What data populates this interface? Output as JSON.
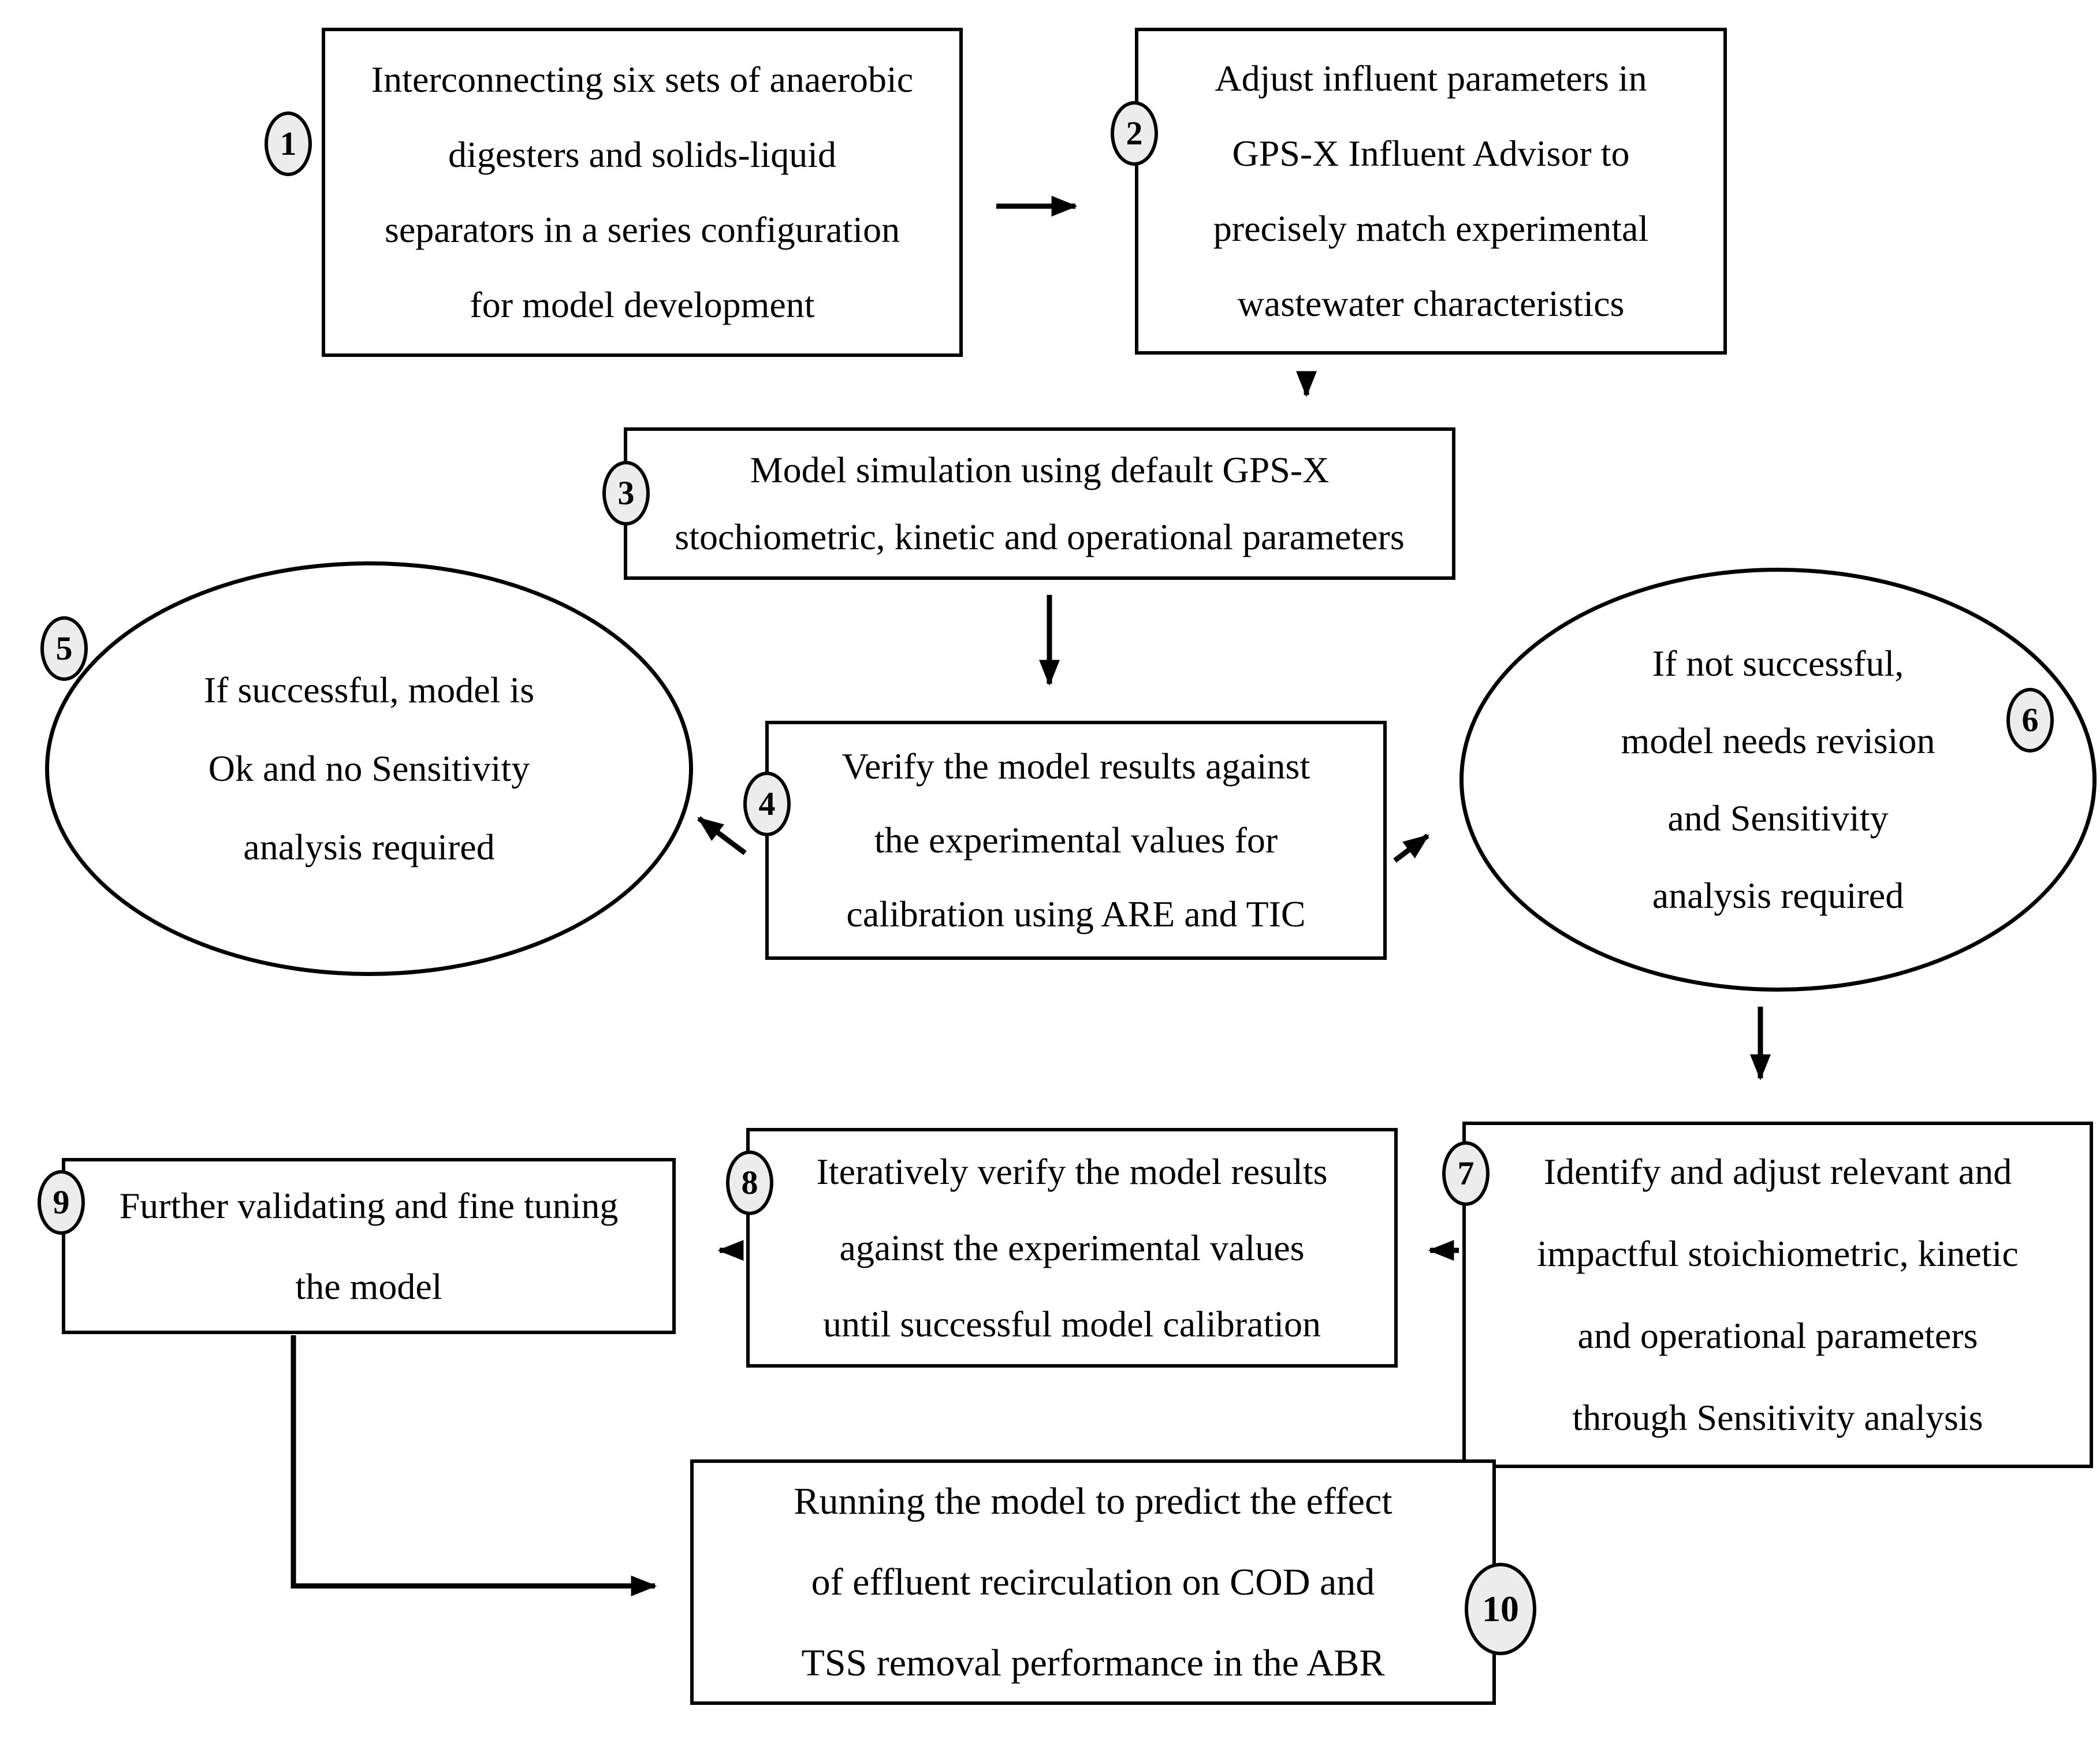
{
  "background": "#ffffff",
  "colors": {
    "line": "#000000",
    "text": "#000000",
    "node_fill": "#ffffff",
    "badge_fill": "#ececec"
  },
  "nodes": [
    {
      "number": "1",
      "shape": "rectangle",
      "lines": [
        "Interconnecting six sets of anaerobic",
        "digesters and solids-liquid",
        "separators in a series configuration",
        "for model development"
      ]
    },
    {
      "number": "2",
      "shape": "rectangle",
      "lines": [
        "Adjust influent parameters in",
        "GPS-X Influent Advisor to",
        "precisely match experimental",
        "wastewater characteristics"
      ]
    },
    {
      "number": "3",
      "shape": "rectangle",
      "lines": [
        "Model simulation using default GPS-X",
        "stochiometric, kinetic and operational parameters"
      ]
    },
    {
      "number": "4",
      "shape": "rectangle",
      "lines": [
        "Verify the model results against",
        "the experimental values  for",
        "calibration using ARE and TIC"
      ]
    },
    {
      "number": "5",
      "shape": "ellipse",
      "lines": [
        "If successful, model is",
        "Ok and no Sensitivity",
        "analysis required"
      ]
    },
    {
      "number": "6",
      "shape": "ellipse",
      "lines": [
        "If not successful,",
        "model needs revision",
        "and Sensitivity",
        "analysis required"
      ]
    },
    {
      "number": "7",
      "shape": "rectangle",
      "lines": [
        "Identify and adjust relevant and",
        "impactful stoichiometric, kinetic",
        "and operational parameters",
        "through Sensitivity analysis"
      ]
    },
    {
      "number": "8",
      "shape": "rectangle",
      "lines": [
        "Iteratively verify the model results",
        "against the experimental values",
        "until successful model calibration"
      ]
    },
    {
      "number": "9",
      "shape": "rectangle",
      "lines": [
        "Further validating and fine tuning",
        "the model"
      ]
    },
    {
      "number": "10",
      "shape": "rectangle",
      "lines": [
        "Running the model to predict the effect",
        "of effluent recirculation on COD and",
        "TSS removal performance in the ABR"
      ]
    }
  ],
  "edges": [
    {
      "from": "1",
      "to": "2",
      "direction": "right"
    },
    {
      "from": "2",
      "to": "3",
      "direction": "down"
    },
    {
      "from": "3",
      "to": "4",
      "direction": "down"
    },
    {
      "from": "4",
      "to": "5",
      "direction": "up-left"
    },
    {
      "from": "4",
      "to": "6",
      "direction": "up-right"
    },
    {
      "from": "6",
      "to": "7",
      "direction": "down"
    },
    {
      "from": "7",
      "to": "8",
      "direction": "left"
    },
    {
      "from": "8",
      "to": "9",
      "direction": "left"
    },
    {
      "from": "9",
      "to": "10",
      "direction": "down-then-right"
    }
  ]
}
